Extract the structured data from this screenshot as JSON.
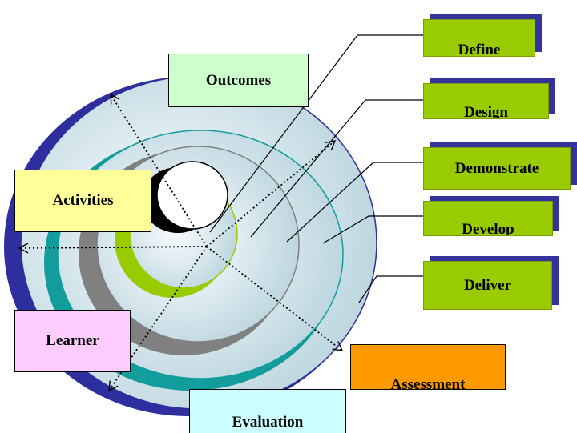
{
  "labels": {
    "outcomes": "Outcomes",
    "activities": "Activities",
    "learner": "Learner",
    "evaluation": "Evaluation",
    "assessment": "Assessment"
  },
  "phases": {
    "define": "Define",
    "design": "Design",
    "demonstrate": "Demonstrate",
    "develop": "Develop",
    "deliver": "Deliver"
  },
  "colors": {
    "outcomes": "#ccffcc",
    "activities": "#ffff99",
    "learner": "#ffccff",
    "evaluation": "#ccffff",
    "assessment": "#ff9900",
    "phase": "#99cc00",
    "phase_shadow": "#333399",
    "disc_rim": "#2e2e9e",
    "ring_teal": "#139c9c",
    "ring_gray": "#808080",
    "ring_green": "#99cc00"
  }
}
